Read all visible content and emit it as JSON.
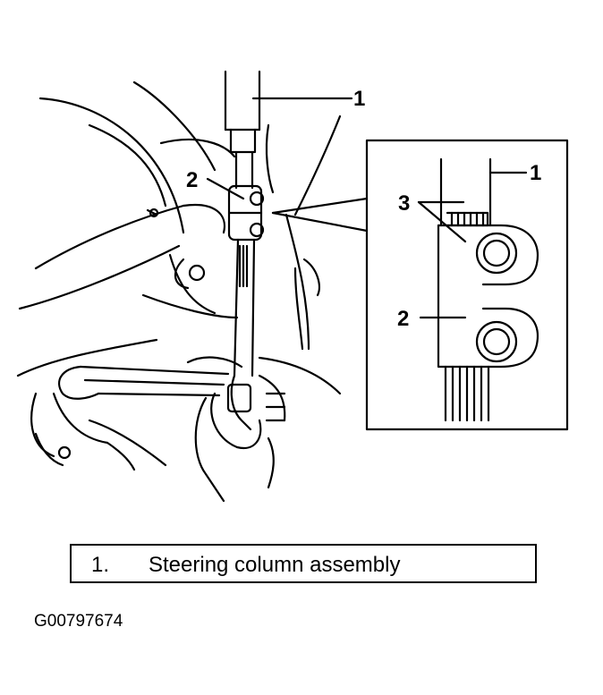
{
  "callouts": {
    "main_1": "1",
    "main_2": "2",
    "inset_1": "1",
    "inset_2": "2",
    "inset_3": "3"
  },
  "legend": {
    "number": "1.",
    "text": "Steering column assembly"
  },
  "figure_id": "G00797674"
}
